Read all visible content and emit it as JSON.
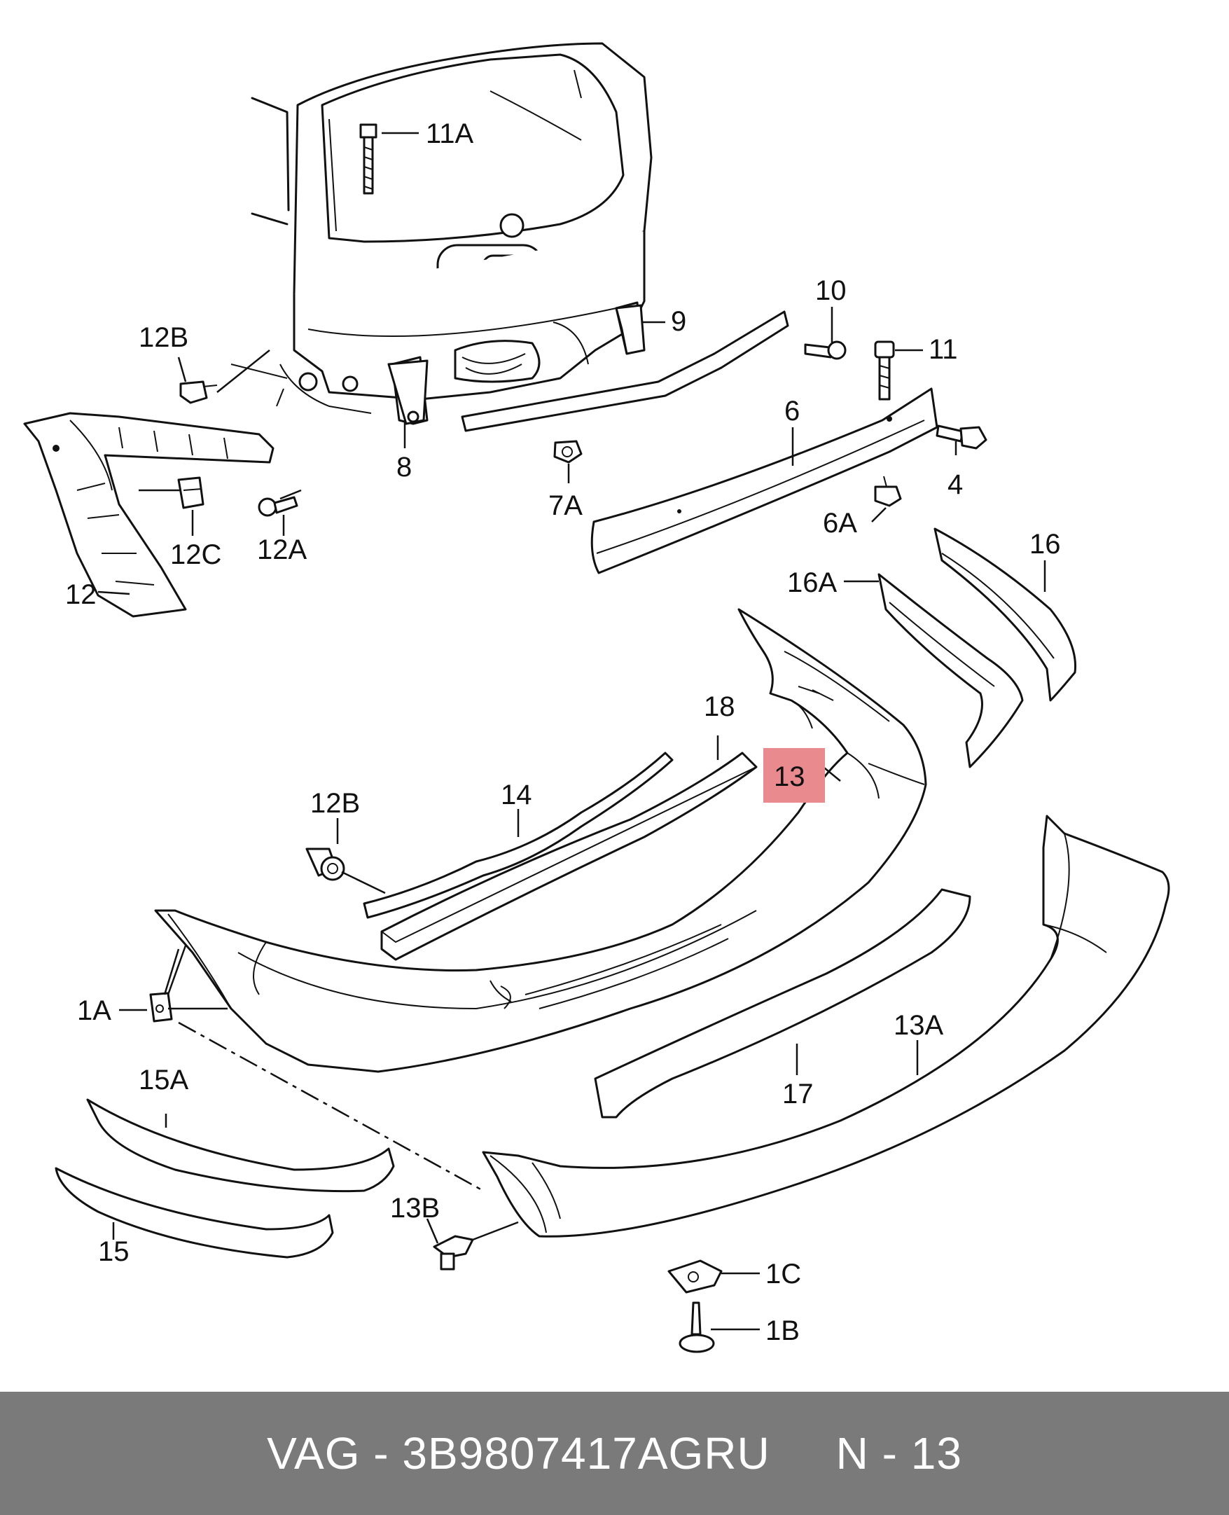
{
  "diagram": {
    "callouts": {
      "c11A": "11A",
      "c12B_top": "12B",
      "c9": "9",
      "c10": "10",
      "c11": "11",
      "c8": "8",
      "c7A": "7A",
      "c6": "6",
      "c4": "4",
      "c6A": "6A",
      "c12C": "12C",
      "c12A": "12A",
      "c12": "12",
      "c16": "16",
      "c16A": "16A",
      "c18": "18",
      "c13": "13",
      "c14": "14",
      "c12B_mid": "12B",
      "c1A": "1A",
      "c13A": "13A",
      "c17": "17",
      "c15A": "15A",
      "c13B": "13B",
      "c15": "15",
      "c1C": "1C",
      "c1B": "1B"
    },
    "highlight_color": "#e98a8f"
  },
  "footer": {
    "text": "VAG - 3B9807417AGRU     N - 13",
    "background": "#7a7a7a"
  }
}
